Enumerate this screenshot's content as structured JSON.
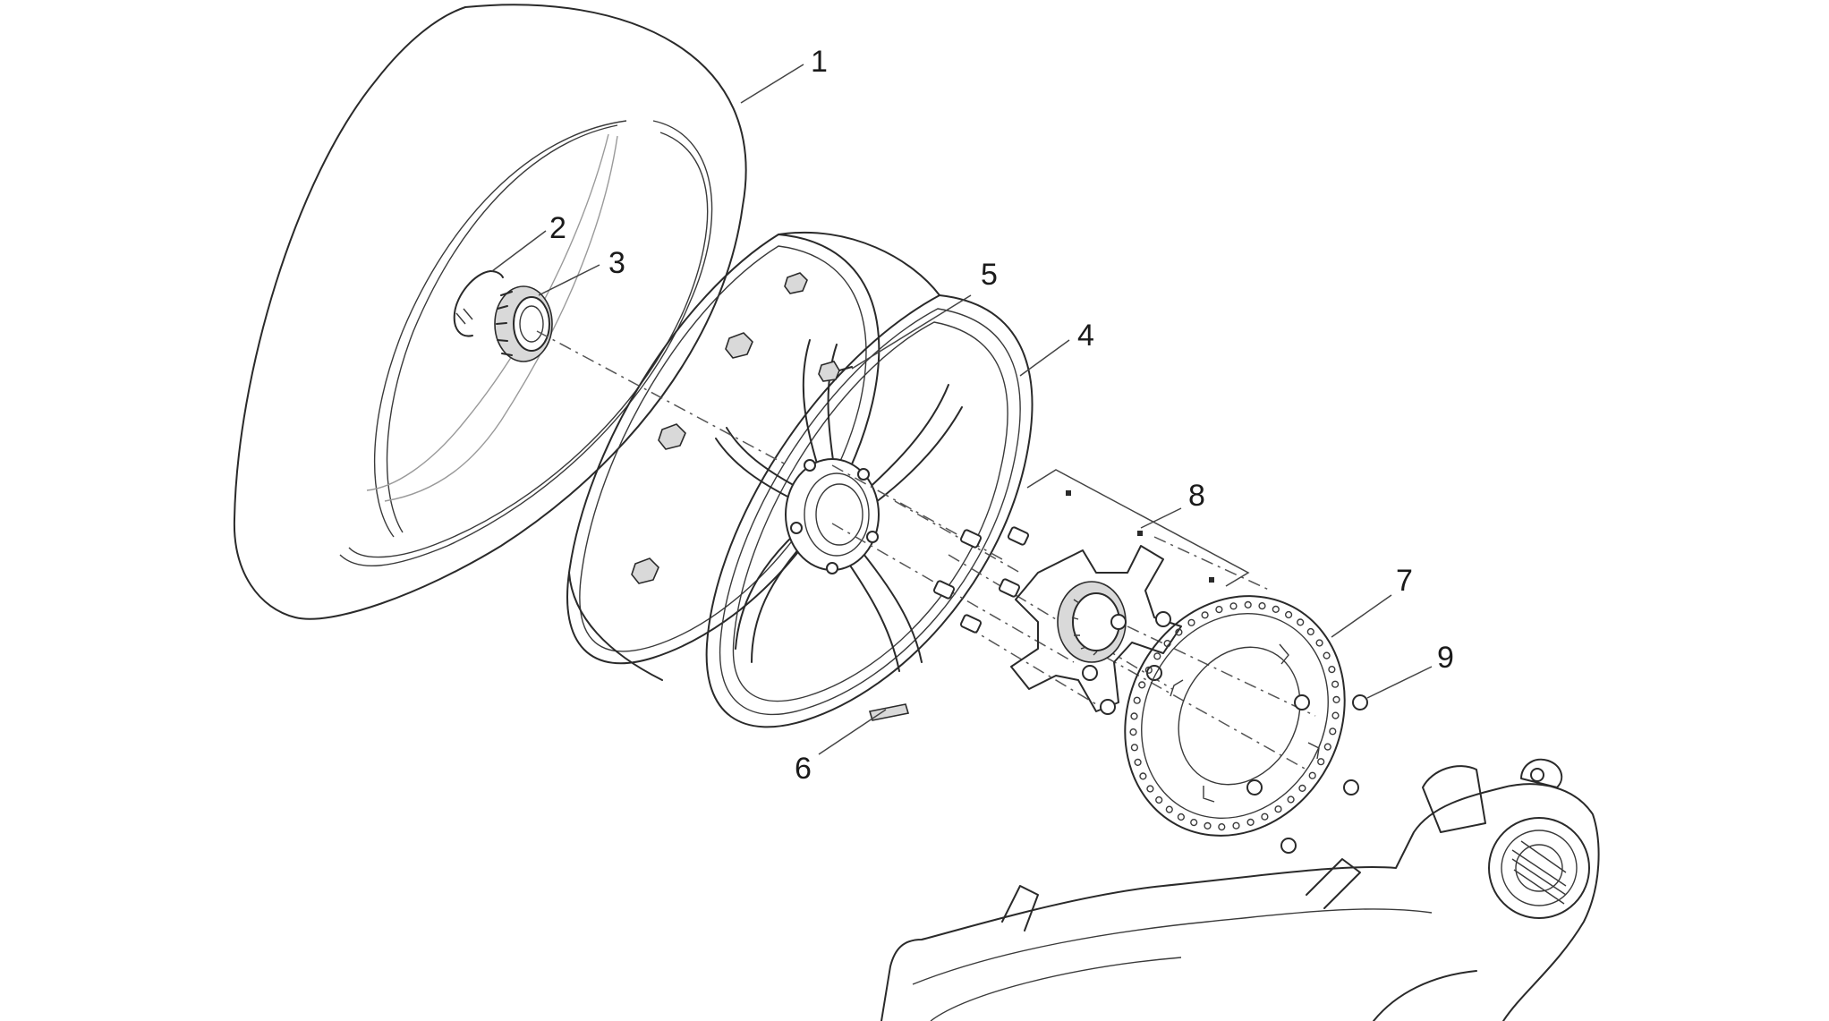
{
  "diagram": {
    "callouts": [
      {
        "id": "1",
        "label": "1"
      },
      {
        "id": "2",
        "label": "2"
      },
      {
        "id": "3",
        "label": "3"
      },
      {
        "id": "4",
        "label": "4"
      },
      {
        "id": "5",
        "label": "5"
      },
      {
        "id": "6",
        "label": "6"
      },
      {
        "id": "7",
        "label": "7"
      },
      {
        "id": "8",
        "label": "8"
      },
      {
        "id": "9",
        "label": "9"
      }
    ]
  },
  "colors": {
    "line": "#2a2a2a",
    "background": "#ffffff"
  }
}
